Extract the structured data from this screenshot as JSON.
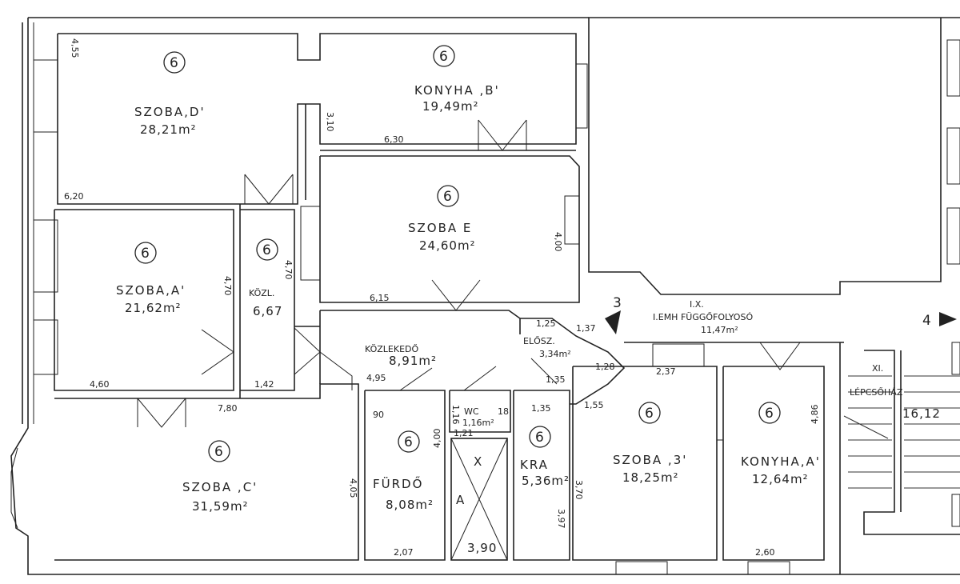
{
  "rooms": {
    "szoba_d": {
      "num": "6",
      "name": "SZOBA,D'",
      "area": "28,21m²"
    },
    "konyha_b": {
      "num": "6",
      "name": "KONYHA ,B'",
      "area": "19,49m²"
    },
    "szoba_e": {
      "num": "6",
      "name": "SZOBA  E",
      "area": "24,60m²"
    },
    "szoba_a": {
      "num": "6",
      "name": "SZOBA,A'",
      "area": "21,62m²"
    },
    "kozl": {
      "num": "6",
      "name": "KÖZL.",
      "area": "6,67"
    },
    "kozlekedo": {
      "name": "KÖZLEKEDŐ",
      "area": "8,91m²"
    },
    "eloszoba": {
      "name": "ELŐSZ.",
      "area": "3,34m²"
    },
    "wc": {
      "name": "WC",
      "area": "1,16m²"
    },
    "furdo": {
      "num": "6",
      "name": "FÜRDŐ",
      "area": "8,08m²"
    },
    "kra": {
      "num": "6",
      "name": "KRA",
      "area": "5,36m²"
    },
    "szoba_3": {
      "num": "6",
      "name": "SZOBA ,3'",
      "area": "18,25m²"
    },
    "konyha_a": {
      "num": "6",
      "name": "KONYHA,A'",
      "area": "12,64m²"
    },
    "szoba_c": {
      "num": "6",
      "name": "SZOBA ,C'",
      "area": "31,59m²"
    },
    "futo": {
      "roman": "I.X.",
      "name": "I.EMH FÜGGŐFOLYOSÓ",
      "area": "11,47m²"
    },
    "lepcso": {
      "roman": "XI.",
      "name": "LÉPCSŐHÁZ",
      "area": "16,12"
    },
    "shaft": {
      "mark_x": "X",
      "mark_a": "A",
      "dim": "3,90"
    }
  },
  "dimensions": {
    "d_455": "4,55",
    "d_620": "6,20",
    "d_310": "3,10",
    "d_630": "6,30",
    "d_400": "4,00",
    "d_470a": "4,70",
    "d_470b": "4,70",
    "d_615": "6,15",
    "d_460": "4,60",
    "d_142": "1,42",
    "d_780": "7,80",
    "d_405": "4,05",
    "d_495": "4,95",
    "d_125": "1,25",
    "d_137": "1,37",
    "d_135a": "1,35",
    "d_135b": "1,35",
    "d_128": "1,28",
    "d_155": "1,55",
    "d_237": "2,37",
    "d_486": "4,86",
    "d_90": "90",
    "d_116": "1,16",
    "d_18": "18",
    "d_121": "1,21",
    "d_400b": "4,00",
    "d_207": "2,07",
    "d_397": "3,97",
    "d_370": "3,70",
    "d_260": "2,60"
  },
  "markers": {
    "entry_3": "3",
    "entry_4": "4"
  }
}
